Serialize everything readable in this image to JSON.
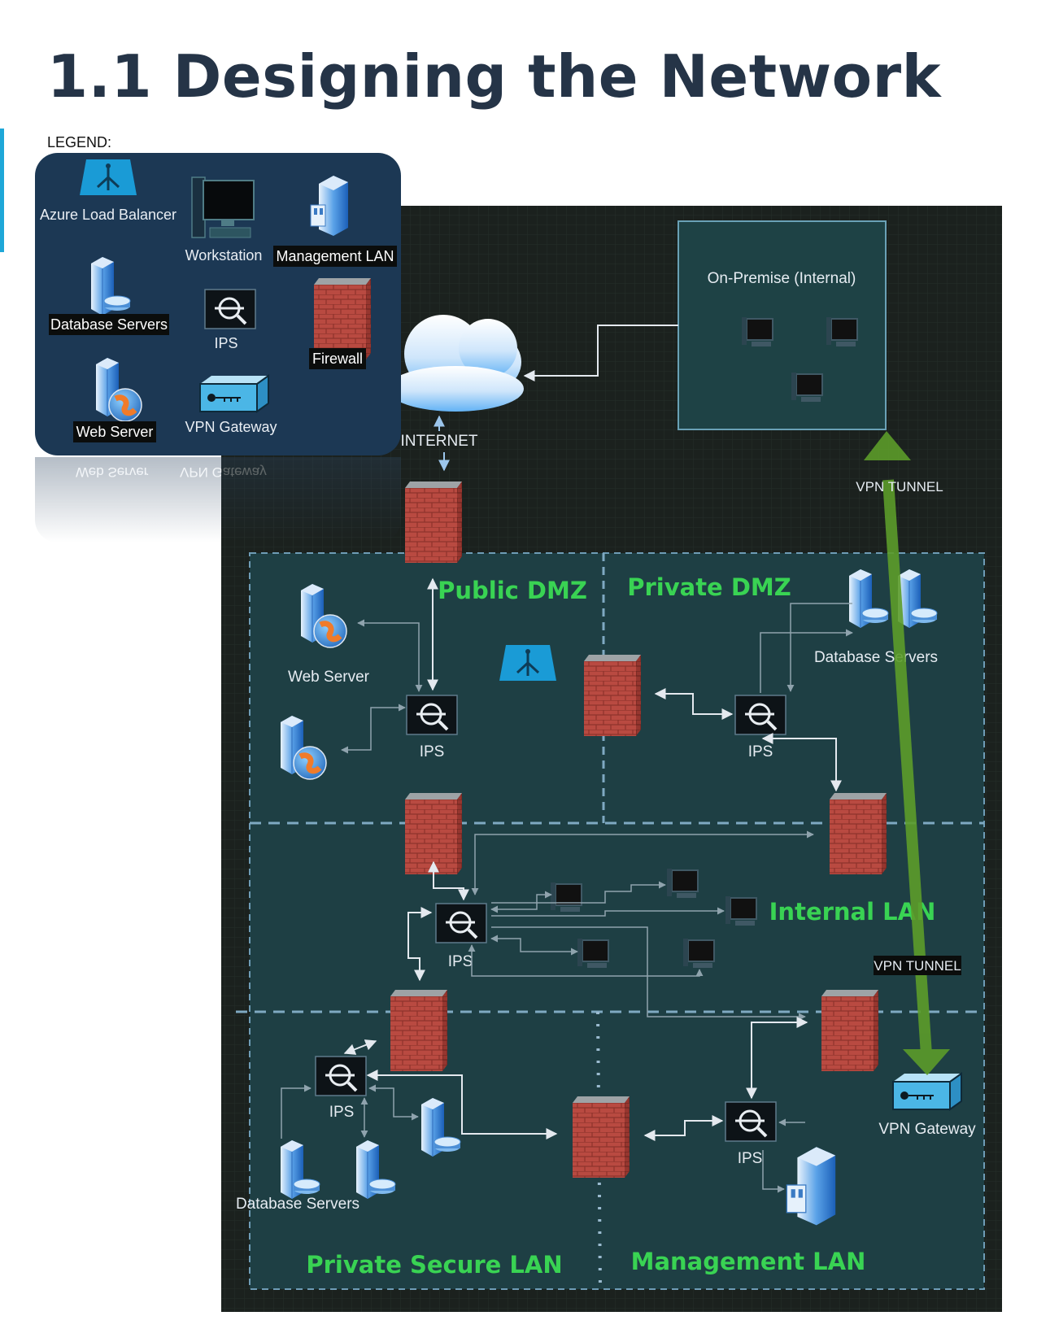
{
  "page": {
    "title": "1.1 Designing the Network"
  },
  "legend": {
    "caption": "LEGEND:",
    "items": {
      "load_balancer": "Azure Load Balancer",
      "workstation": "Workstation",
      "management_lan": "Management LAN",
      "database_servers": "Database Servers",
      "ips": "IPS",
      "firewall": "Firewall",
      "web_server": "Web Server",
      "vpn_gateway": "VPN Gateway"
    }
  },
  "diagram": {
    "on_premise": "On-Premise (Internal)",
    "internet": "INTERNET",
    "vpn_tunnel_top": "VPN TUNNEL",
    "vpn_tunnel_bottom": "VPN TUNNEL",
    "zones": {
      "public_dmz": "Public DMZ",
      "private_dmz": "Private DMZ",
      "internal_lan": "Internal LAN",
      "private_secure_lan": "Private Secure LAN",
      "management_lan": "Management LAN"
    },
    "labels": {
      "web_server": "Web Server",
      "database_servers_dmz": "Database Servers",
      "database_servers_secure": "Database Servers",
      "vpn_gateway": "VPN Gateway",
      "ips_public": "IPS",
      "ips_private_dmz": "IPS",
      "ips_internal": "IPS",
      "ips_secure": "IPS",
      "ips_management": "IPS"
    }
  },
  "colors": {
    "title": "#253447",
    "accent": "#1ea7d8",
    "legend_bg": "#1c3854",
    "canvas_bg": "#1b211e",
    "zone_fill": "#1e3f44",
    "zone_label": "#39d353",
    "vpn_arrow": "#5c9c2a",
    "firewall": "#b84a42"
  }
}
